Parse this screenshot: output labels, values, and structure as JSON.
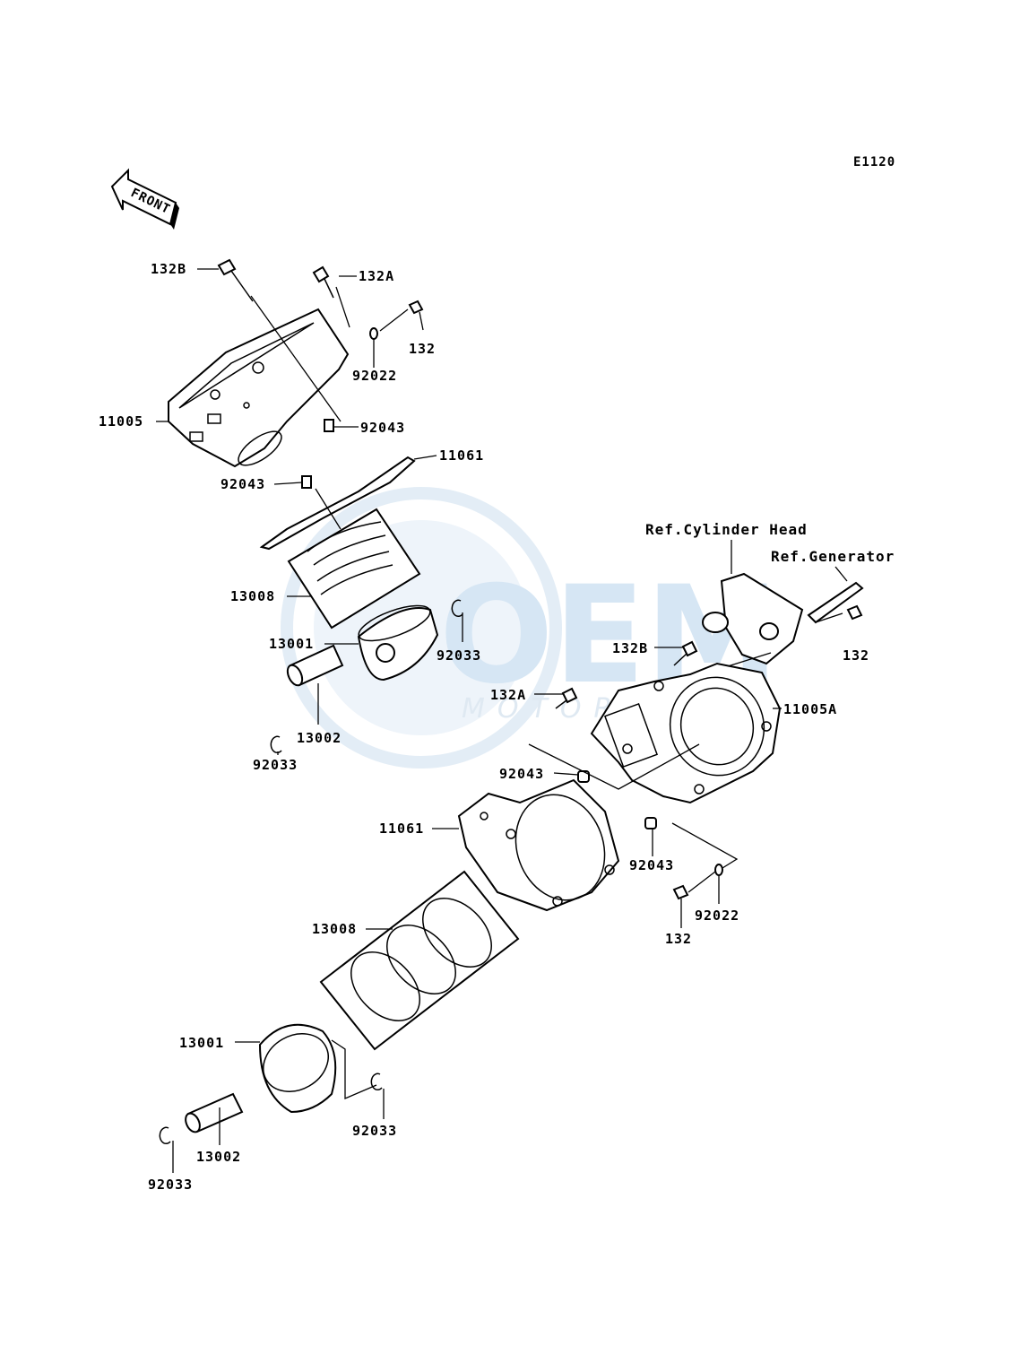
{
  "diagram_code": "E1120",
  "front_label": "FRONT",
  "watermark": {
    "brand": "OEM",
    "sub": "MOTORPARTS"
  },
  "refs": {
    "cylinder_head": "Ref.Cylinder Head",
    "generator": "Ref.Generator"
  },
  "rear": {
    "bolt_132b": "132B",
    "bolt_132a": "132A",
    "bolt_132": "132",
    "washer_92022": "92022",
    "cylinder_11005": "11005",
    "dowel_92043_upper": "92043",
    "gasket_11061": "11061",
    "dowel_92043_lower": "92043",
    "ring_set_13008": "13008",
    "piston_13001": "13001",
    "clip_92033_right": "92033",
    "pin_13002": "13002",
    "clip_92033_left": "92033"
  },
  "front": {
    "bolt_132b": "132B",
    "bolt_132": "132",
    "bolt_132a": "132A",
    "cylinder_11005a": "11005A",
    "dowel_92043_left": "92043",
    "gasket_11061": "11061",
    "dowel_92043_right": "92043",
    "washer_92022": "92022",
    "bolt_132_lower": "132",
    "ring_set_13008": "13008",
    "piston_13001": "13001",
    "clip_92033_right": "92033",
    "pin_13002": "13002",
    "clip_92033_left": "92033"
  }
}
